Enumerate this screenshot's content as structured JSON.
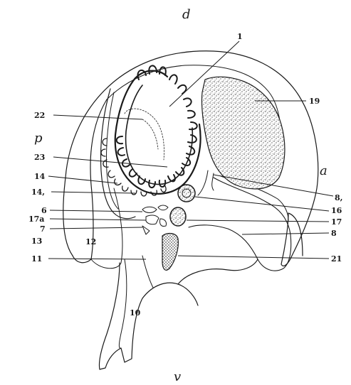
{
  "figure": {
    "orientation": {
      "top": "d",
      "left": "p",
      "right": "a",
      "bottom": "v"
    },
    "labels": {
      "l1": "1",
      "l22": "22",
      "l23": "23",
      "l14": "14",
      "l14_1": "14,",
      "l6": "6",
      "l17a": "17a",
      "l7": "7",
      "l13": "13",
      "l12": "12",
      "l11": "11",
      "l10": "10",
      "l19": "19",
      "l8_1": "8,",
      "l16": "16",
      "l17": "17",
      "l8": "8",
      "l21": "21"
    }
  },
  "colors": {
    "ink": "#1a1a1a",
    "background": "#ffffff",
    "stipple": "#555555"
  }
}
